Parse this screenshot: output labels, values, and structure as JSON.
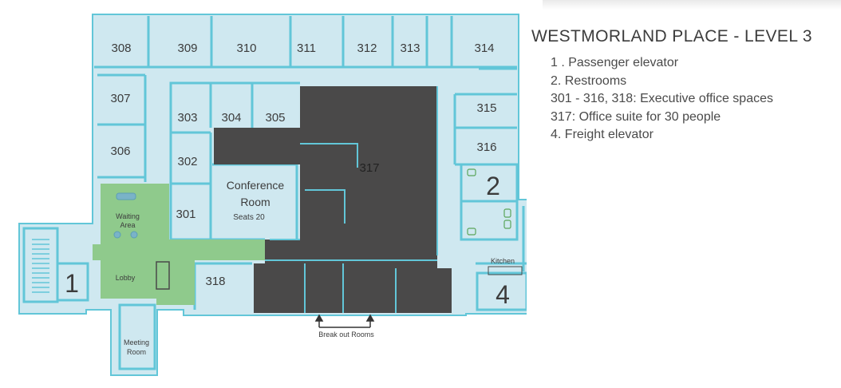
{
  "title": "WESTMORLAND PLACE - LEVEL 3",
  "legend": [
    "1 . Passenger elevator",
    "2. Restrooms",
    "301 - 316, 318: Executive office spaces",
    "317: Office suite for 30 people",
    "4. Freight elevator"
  ],
  "rooms": {
    "r308": "308",
    "r309": "309",
    "r310": "310",
    "r311": "311",
    "r312": "312",
    "r313": "313",
    "r314": "314",
    "r315": "315",
    "r316": "316",
    "r307": "307",
    "r306": "306",
    "r303": "303",
    "r304": "304",
    "r305": "305",
    "r302": "302",
    "r301": "301",
    "r317": "317",
    "r318": "318"
  },
  "conference": {
    "line1": "Conference",
    "line2": "Room",
    "seats": "Seats 20"
  },
  "waiting": {
    "line1": "Waiting",
    "line2": "Area"
  },
  "lobby": "Lobby",
  "meeting": {
    "line1": "Meeting",
    "line2": "Room"
  },
  "kitchen": "Kitchen",
  "markers": {
    "elevator": "1",
    "restrooms": "2",
    "freight": "4"
  },
  "breakout": "Break out Rooms",
  "colors": {
    "floor": "#cfe8f0",
    "wall": "#62c6d8",
    "suite": "#4a4949",
    "lobby": "#8fca8c",
    "text": "#3c3c3c"
  }
}
